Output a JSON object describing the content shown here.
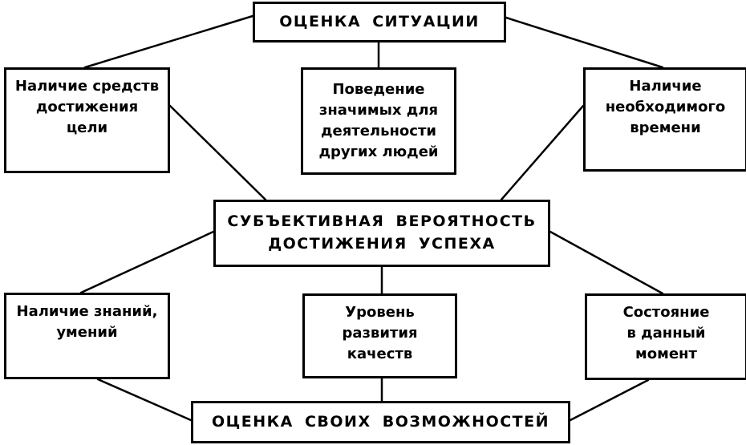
{
  "diagram": {
    "top_label": "ОЦЕНКА  СИТУАЦИИ",
    "center_label": "СУБЪЕКТИВНАЯ  ВЕРОЯТНОСТЬ\nДОСТИЖЕНИЯ  УСПЕХА",
    "bottom_label": "ОЦЕНКА СВОИХ  ВОЗМОЖНОСТЕЙ",
    "situation_factors": [
      "Наличие средств\nдостижения\nцели",
      "Поведение\nзначимых для\nдеятельности\nдругих людей",
      "Наличие\nнеобходимого\nвремени"
    ],
    "ability_factors": [
      "Наличие знаний,\nумений",
      "Уровень\nразвития\nкачеств",
      "Состояние\nв данный\nмомент"
    ]
  }
}
